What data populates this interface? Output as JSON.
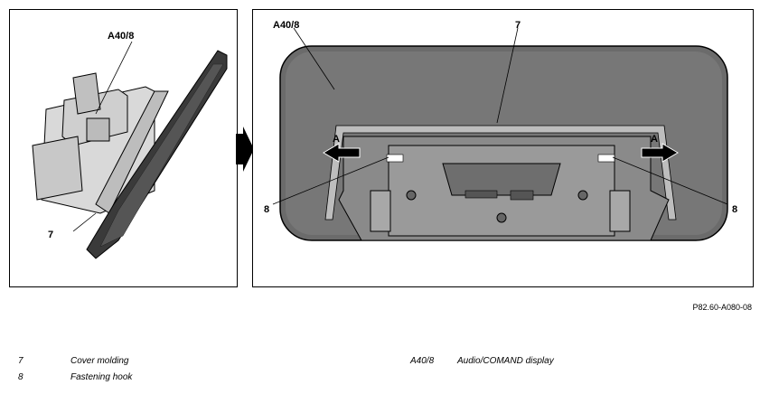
{
  "left_view": {
    "labels": [
      "A40/8",
      "7"
    ]
  },
  "right_view": {
    "labels": {
      "display": "A40/8",
      "cover_molding": "7",
      "hook_left": "8",
      "hook_right": "8",
      "arrow_left": "A",
      "arrow_right": "A"
    }
  },
  "figure_code": "P82.60-A080-08",
  "legend": [
    {
      "number": "7",
      "text": "Cover molding"
    },
    {
      "number": "8",
      "text": "Fastening hook"
    },
    {
      "number": "A40/8",
      "text": "Audio/COMAND display"
    }
  ]
}
